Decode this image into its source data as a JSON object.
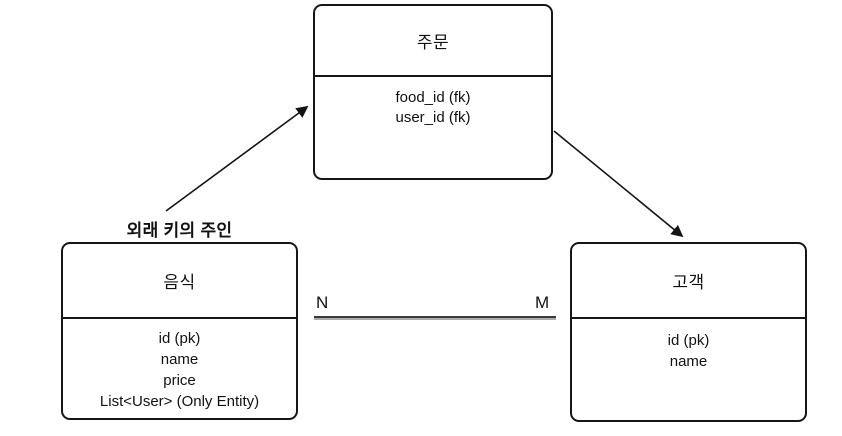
{
  "diagram": {
    "entities": [
      {
        "id": "order",
        "title": "주문",
        "fields": [
          "food_id (fk)",
          "user_id (fk)"
        ]
      },
      {
        "id": "food",
        "title": "음식",
        "fields": [
          "id (pk)",
          "name",
          "price",
          "List<User> (Only Entity)"
        ]
      },
      {
        "id": "customer",
        "title": "고객",
        "fields": [
          "id (pk)",
          "name"
        ]
      }
    ],
    "annotation": "외래 키의 주인",
    "relation": {
      "left_cardinality": "N",
      "right_cardinality": "M"
    },
    "colors": {
      "stroke": "#161616",
      "relation_line": "#3a3a3a",
      "relation_line_shadow": "#ababab",
      "background": "#ffffff",
      "text": "#111111"
    }
  }
}
